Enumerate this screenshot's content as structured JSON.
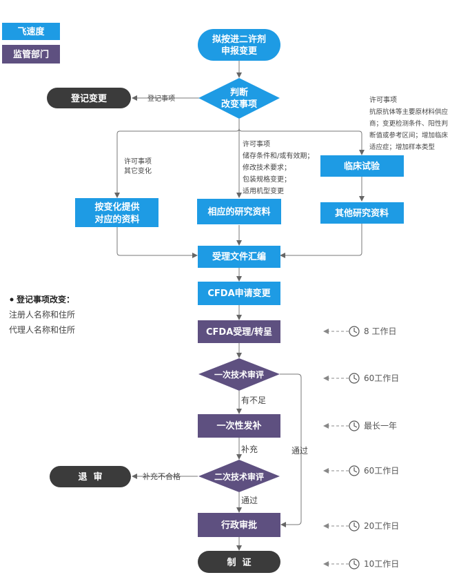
{
  "legend": {
    "item1": "飞速度",
    "item2": "监管部门"
  },
  "colors": {
    "blue": "#1e9be4",
    "purple": "#5e5080",
    "dark": "#3b3b3b"
  },
  "nodes": {
    "start": [
      "拟按进二许剂",
      "申报变更"
    ],
    "judge": [
      "判断",
      "改变事项"
    ],
    "register_change": "登记变更",
    "provide_info": [
      "按变化提供",
      "对应的资料"
    ],
    "research_info": "相应的研究资料",
    "clinical_trial": "临床试验",
    "other_research": "其他研究资料",
    "compile": "受理文件汇编",
    "cfda_apply": "CFDA申请变更",
    "cfda_accept": "CFDA受理/转呈",
    "review1": "一次技术审评",
    "supplement": "一次性发补",
    "review2": "二次技术审评",
    "reject": "退  审",
    "admin_approve": "行政审批",
    "certify": "制  证"
  },
  "edge_labels": {
    "register_item": "登记事项",
    "left_branch": [
      "许可事项",
      "其它变化"
    ],
    "middle_branch": [
      "许可事项",
      "储存条件和/或有效期；",
      "修改技术要求；",
      "包装规格变更；",
      "适用机型变更"
    ],
    "right_branch": [
      "许可事项",
      "抗原抗体等主要原材料供应",
      "商；变更检测条件、阳性判",
      "断值或参考区间；增加临床",
      "适应症；增加样本类型"
    ],
    "insufficient": "有不足",
    "supplemented": "补充",
    "pass_bypass": "通过",
    "supplement_fail": "补充不合格",
    "pass": "通过"
  },
  "notes": {
    "title": "登记事项改变：",
    "lines": [
      "注册人名称和住所",
      "代理人名称和住所"
    ]
  },
  "timeline": [
    "8 工作日",
    "60工作日",
    "最长一年",
    "60工作日",
    "20工作日",
    "10工作日"
  ]
}
